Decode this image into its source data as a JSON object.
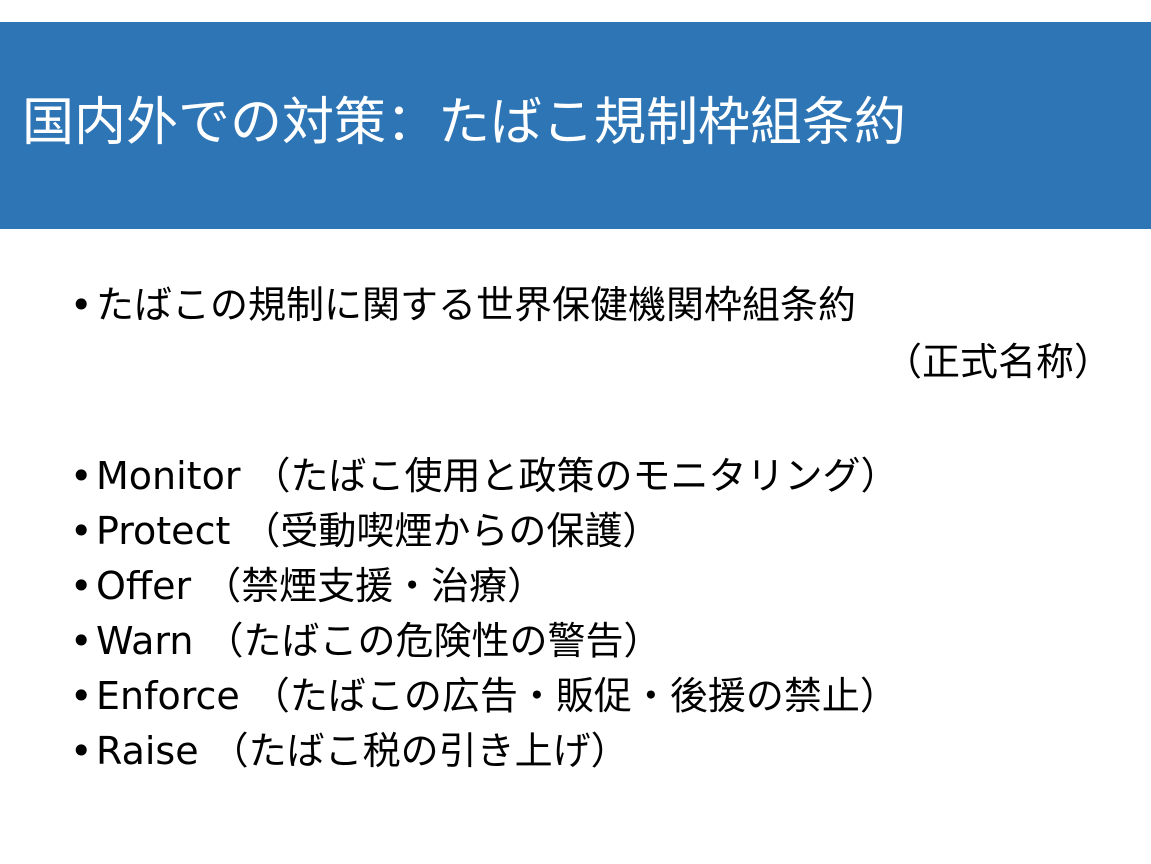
{
  "slide": {
    "title": "国内外での対策：たばこ規制枠組条約",
    "colors": {
      "title_bar": "#2e75b6",
      "title_text": "#ffffff",
      "body_text": "#000000"
    },
    "bullet_glyph": "•",
    "intro": {
      "line1": "たばこの規制に関する世界保健機関枠組条約",
      "line2": "（正式名称）"
    },
    "measures": [
      "Monitor （たばこ使用と政策のモニタリング）",
      "Protect （受動喫煙からの保護）",
      "Offer （禁煙支援・治療）",
      "Warn （たばこの危険性の警告）",
      "Enforce （たばこの広告・販促・後援の禁止）",
      "Raise （たばこ税の引き上げ）"
    ]
  }
}
